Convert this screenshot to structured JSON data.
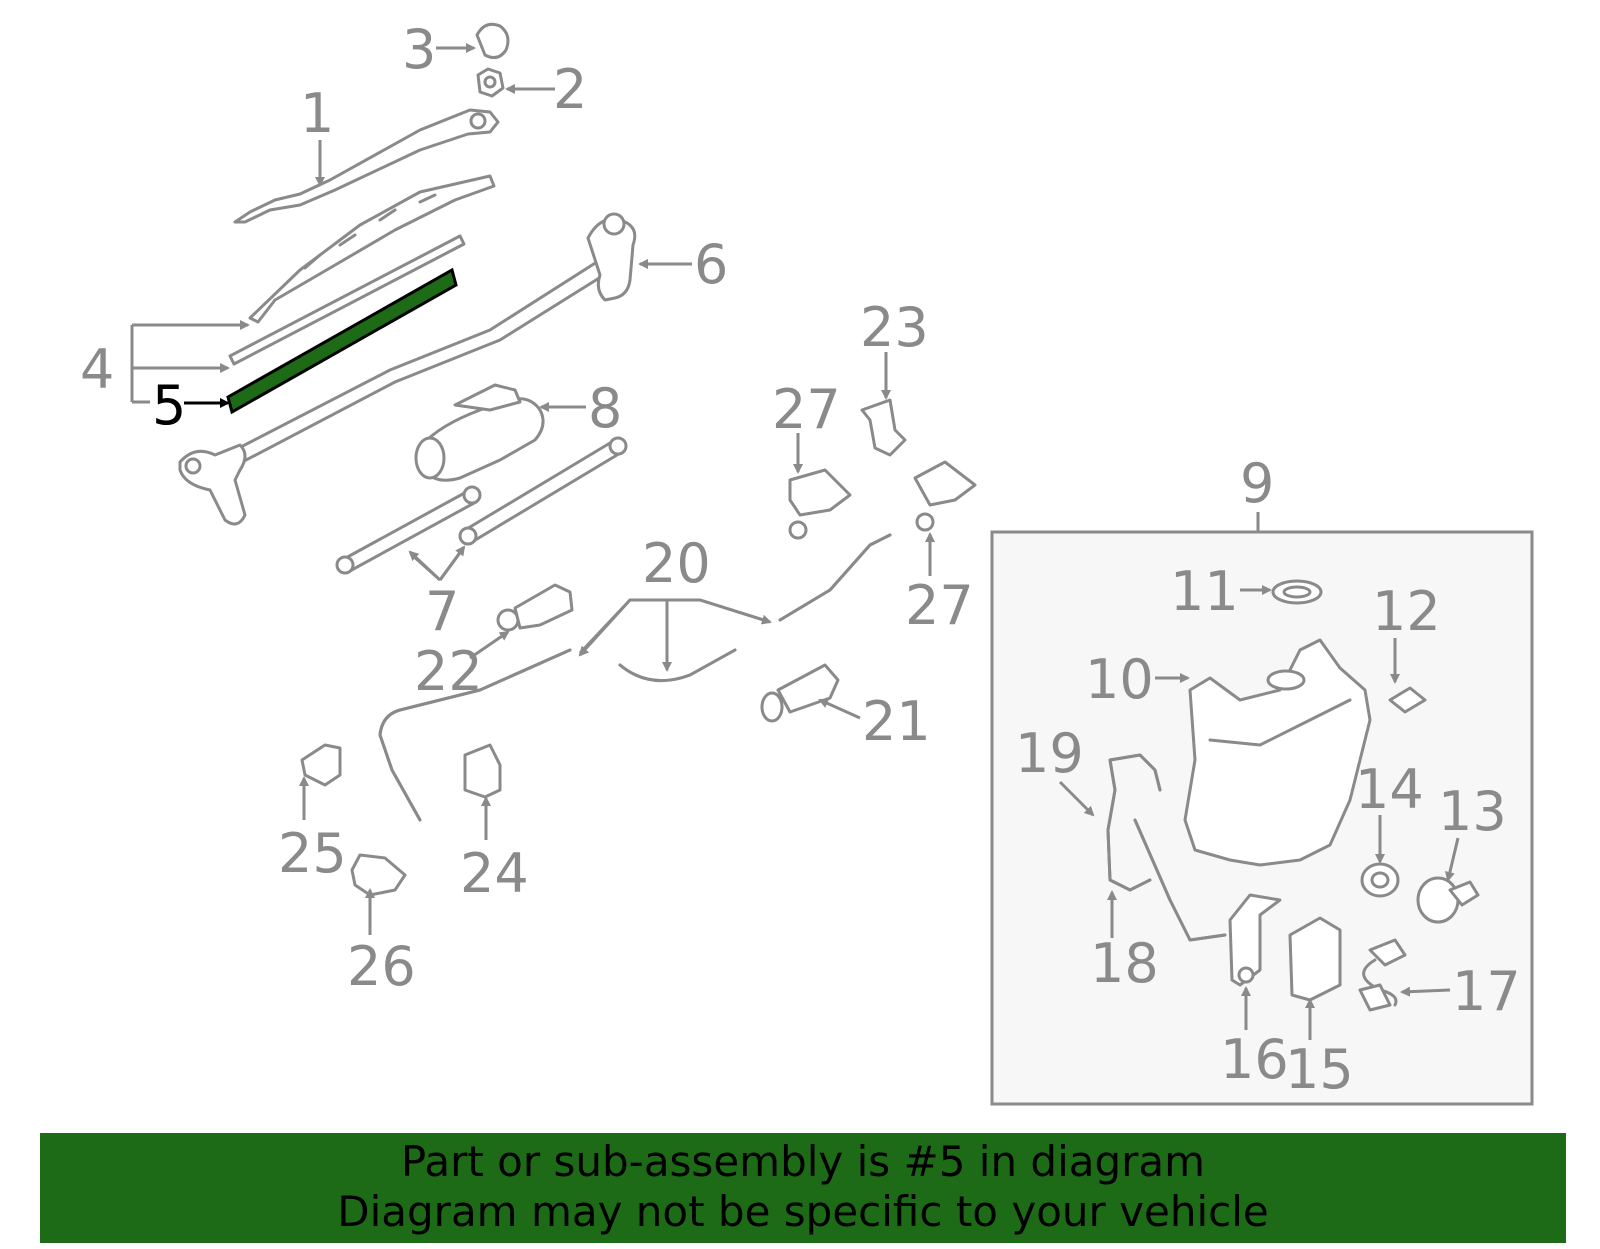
{
  "callouts": {
    "c1": "1",
    "c2": "2",
    "c3": "3",
    "c4": "4",
    "c5": "5",
    "c6": "6",
    "c7": "7",
    "c8": "8",
    "c9": "9",
    "c10": "10",
    "c11": "11",
    "c12": "12",
    "c13": "13",
    "c14": "14",
    "c15": "15",
    "c16": "16",
    "c17": "17",
    "c18": "18",
    "c19": "19",
    "c20": "20",
    "c21": "21",
    "c22": "22",
    "c23": "23",
    "c24": "24",
    "c25": "25",
    "c26": "26",
    "c27a": "27",
    "c27b": "27"
  },
  "highlight": {
    "part": "5",
    "color": "#1d6b16"
  },
  "banner": {
    "line1": "Part or sub-assembly is #5 in diagram",
    "line2": "Diagram may not be specific to your vehicle",
    "color": "#1d6b16"
  }
}
